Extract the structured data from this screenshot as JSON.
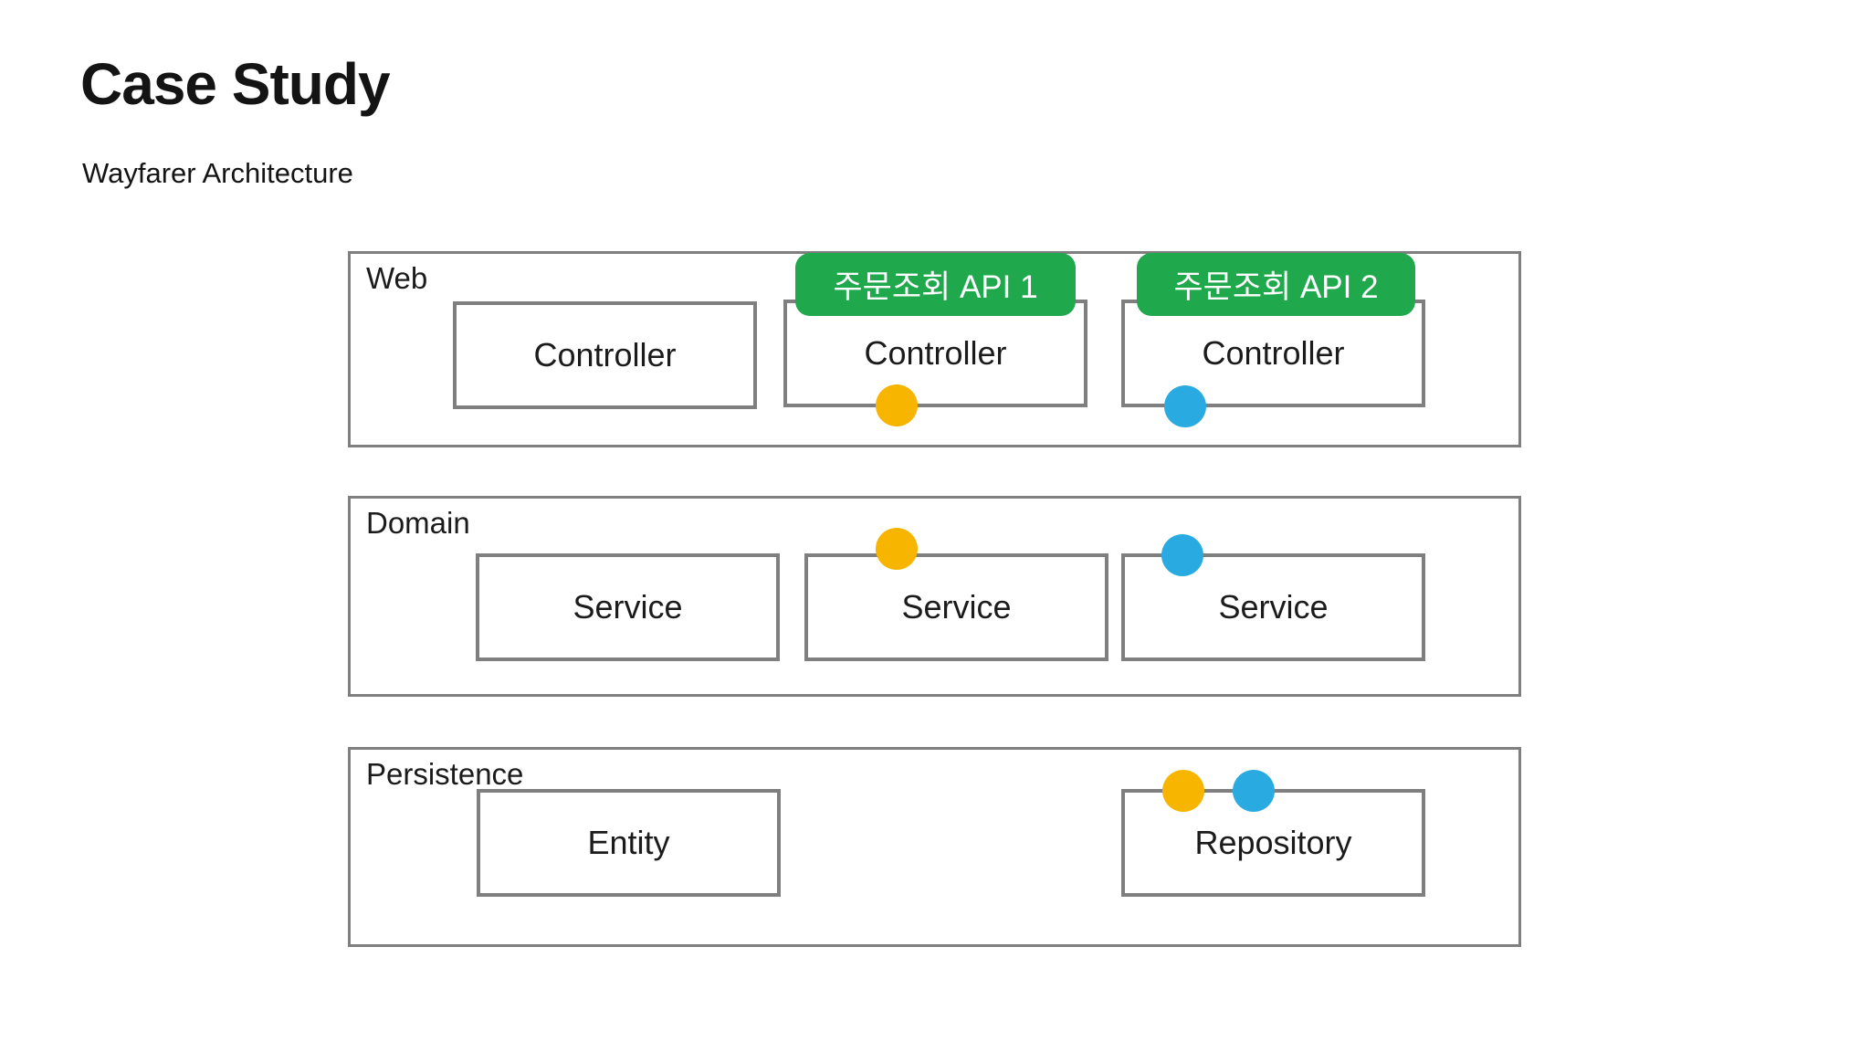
{
  "page": {
    "title": "Case Study",
    "subtitle": "Wayfarer Architecture"
  },
  "colors": {
    "badge_green": "#20a84c",
    "flow1_yellow": "#f7b500",
    "flow2_blue": "#29abe2",
    "border_gray": "#7f7f7f",
    "text_dark": "#1b1b1b",
    "background": "#ffffff"
  },
  "badges": [
    {
      "label": "주문조회 API 1"
    },
    {
      "label": "주문조회 API 2"
    }
  ],
  "layers": [
    {
      "label": "Web",
      "boxes": [
        {
          "label": "Controller"
        },
        {
          "label": "Controller"
        },
        {
          "label": "Controller"
        }
      ]
    },
    {
      "label": "Domain",
      "boxes": [
        {
          "label": "Service"
        },
        {
          "label": "Service"
        },
        {
          "label": "Service"
        }
      ]
    },
    {
      "label": "Persistence",
      "boxes": [
        {
          "label": "Entity"
        },
        {
          "label": "Repository"
        }
      ]
    }
  ],
  "flows": [
    {
      "name": "주문조회 API 1",
      "color": "#f7b500",
      "dots": [
        "Web Controller 2 bottom",
        "Domain Service 2 top",
        "Persistence Repository top"
      ]
    },
    {
      "name": "주문조회 API 2",
      "color": "#29abe2",
      "dots": [
        "Web Controller 3 bottom",
        "Domain Service 3 top",
        "Persistence Repository top"
      ]
    }
  ]
}
